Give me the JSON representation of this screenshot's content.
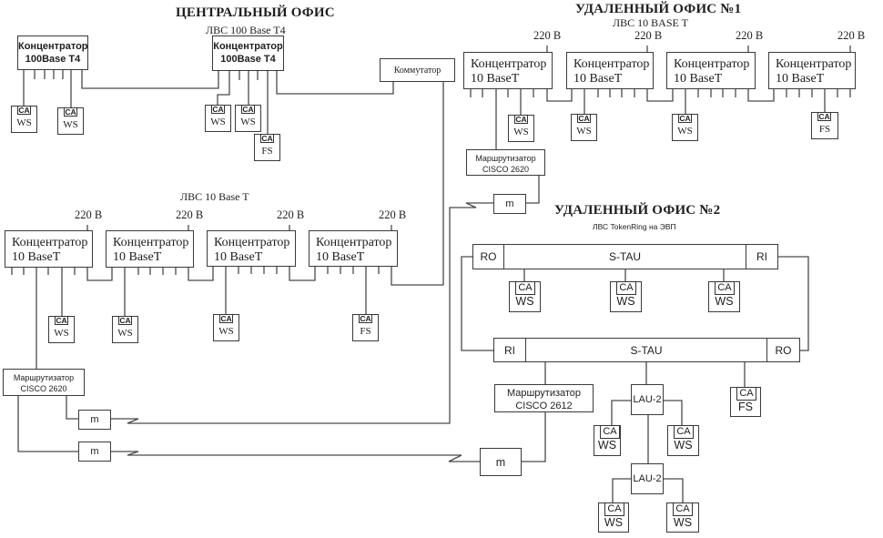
{
  "central_office": {
    "title": "ЦЕНТРАЛЬНЫЙ ОФИС",
    "lan_label": "ЛВС 100 Base T4",
    "hubs": [
      {
        "name": "Концентратор",
        "model": "100Base T4"
      },
      {
        "name": "Концентратор",
        "model": "100Base T4"
      }
    ],
    "switch_label": "Коммутатор",
    "nodes": [
      {
        "adapter": "CA",
        "type": "WS"
      },
      {
        "adapter": "CA",
        "type": "WS"
      },
      {
        "adapter": "CA",
        "type": "WS"
      },
      {
        "adapter": "CA",
        "type": "WS"
      },
      {
        "adapter": "CA",
        "type": "FS"
      }
    ]
  },
  "central_segment": {
    "lan_label": "ЛВС 10 Base T",
    "hubs": [
      {
        "name": "Концентратор",
        "model": "10 BaseT",
        "power": "220 В"
      },
      {
        "name": "Концентратор",
        "model": "10 BaseT",
        "power": "220 В"
      },
      {
        "name": "Концентратор",
        "model": "10 BaseT",
        "power": "220 В"
      },
      {
        "name": "Концентратор",
        "model": "10 BaseT",
        "power": "220 В"
      }
    ],
    "nodes": [
      {
        "adapter": "CA",
        "type": "WS"
      },
      {
        "adapter": "CA",
        "type": "WS"
      },
      {
        "adapter": "CA",
        "type": "WS"
      },
      {
        "adapter": "CA",
        "type": "FS"
      }
    ],
    "router": {
      "name": "Маршрутизатор",
      "model": "CISCO 2620"
    },
    "modems": [
      "m",
      "m"
    ]
  },
  "remote_office_1": {
    "title": "УДАЛЕННЫЙ ОФИС №1",
    "lan_label": "ЛВС 10 BASE T",
    "hubs": [
      {
        "name": "Концентратор",
        "model": "10 BaseT",
        "power": "220 В"
      },
      {
        "name": "Концентратор",
        "model": "10 BaseT",
        "power": "220 В"
      },
      {
        "name": "Концентратор",
        "model": "10 BaseT",
        "power": "220 В"
      },
      {
        "name": "Концентратор",
        "model": "10 BaseT",
        "power": "220 В"
      }
    ],
    "nodes": [
      {
        "adapter": "CA",
        "type": "WS"
      },
      {
        "adapter": "CA",
        "type": "WS"
      },
      {
        "adapter": "CA",
        "type": "WS"
      },
      {
        "adapter": "CA",
        "type": "FS"
      }
    ],
    "router": {
      "name": "Маршрутизатор",
      "model": "CISCO 2620"
    },
    "modem": "m"
  },
  "remote_office_2": {
    "title": "УДАЛЕННЫЙ ОФИС №2",
    "lan_label": "ЛВС TokenRing на ЭВП",
    "stau_units": [
      {
        "left_port": "RO",
        "label": "S-TAU",
        "right_port": "RI"
      },
      {
        "left_port": "RI",
        "label": "S-TAU",
        "right_port": "RO"
      }
    ],
    "ring_nodes": [
      {
        "adapter": "CA",
        "type": "WS"
      },
      {
        "adapter": "CA",
        "type": "WS"
      },
      {
        "adapter": "CA",
        "type": "WS"
      }
    ],
    "file_server": {
      "adapter": "CA",
      "type": "FS"
    },
    "lau_units": [
      "LAU-2",
      "LAU-2"
    ],
    "lau_nodes": [
      {
        "adapter": "CA",
        "type": "WS"
      },
      {
        "adapter": "CA",
        "type": "WS"
      },
      {
        "adapter": "CA",
        "type": "WS"
      },
      {
        "adapter": "CA",
        "type": "WS"
      }
    ],
    "router": {
      "name": "Маршрутизатор",
      "model": "CISCO 2612"
    },
    "modem": "m"
  }
}
